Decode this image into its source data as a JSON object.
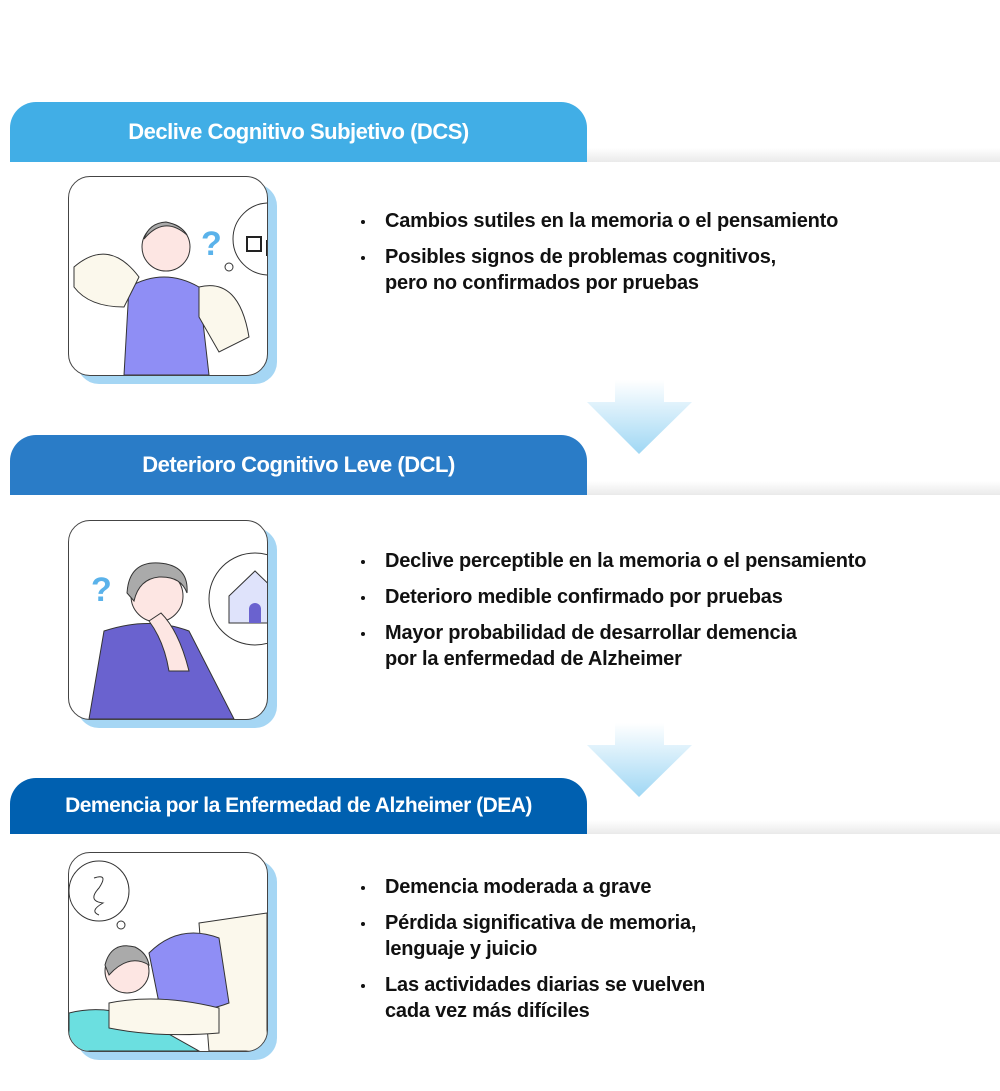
{
  "colors": {
    "stage1": "#41aee6",
    "stage2": "#2a7cc7",
    "stage3": "#0060b0",
    "arrow": "#a8dcf5",
    "card_shadow": "#a5d6f4"
  },
  "stages": [
    {
      "title": "Declive Cognitivo Subjetivo (DCS)",
      "illustration": "confused-man-glasses-icon",
      "bullets": [
        "Cambios sutiles en la memoria o el pensamiento",
        "Posibles signos de problemas cognitivos,\npero no confirmados por pruebas"
      ]
    },
    {
      "title": "Deterioro Cognitivo Leve (DCL)",
      "illustration": "woman-thinking-house-icon",
      "bullets": [
        "Declive perceptible en la memoria o el pensamiento",
        "Deterioro medible confirmado por pruebas",
        "Mayor probabilidad de desarrollar demencia\npor la enfermedad de Alzheimer"
      ]
    },
    {
      "title": "Demencia por la Enfermedad de Alzheimer (DEA)",
      "illustration": "person-in-bed-icon",
      "bullets": [
        "Demencia moderada a grave",
        "Pérdida significativa de memoria,\nlenguaje y juicio",
        "Las actividades diarias se vuelven\ncada vez más difíciles"
      ]
    }
  ]
}
